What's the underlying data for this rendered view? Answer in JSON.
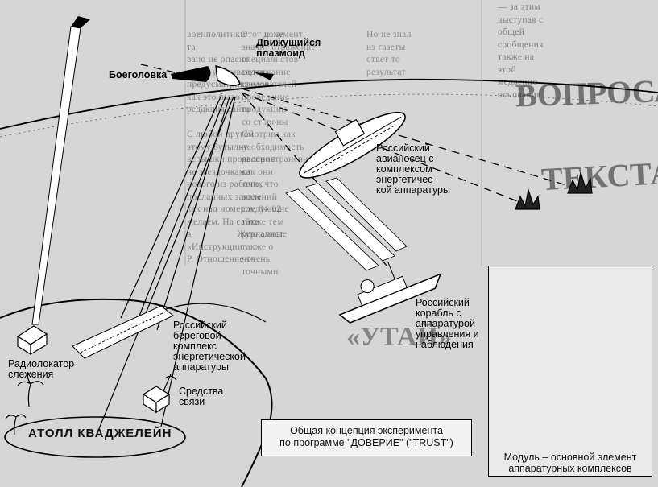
{
  "labels": {
    "plasmoid": "Движущийся\nплазмоид",
    "warhead": "Боеголовка",
    "carrier": "Российский\nавианосец с\nкомплексом\nэнергетичес-\nкой аппаратуры",
    "ship": "Российский\nкорабль с\nаппаратурой\nуправления и\nнаблюдения",
    "coastal": "Российский\nбереговой\nкомплекс\nэнергетической\nаппаратуры",
    "radar": "Радиолокатор\nслежения",
    "comms": "Средства\nсвязи",
    "atoll": "АТОЛЛ КВАДЖЕЛЕЙН",
    "module": "Модуль – основной элемент\nаппаратурных комплексов"
  },
  "caption": {
    "line1": "Общая концепция эксперимента",
    "line2": "по программе \"ДОВЕРИЕ\" (\"TRUST\")"
  },
  "background": {
    "headline_top": "ВОПРОСА",
    "headline_mid": "ТЕКСТА",
    "headline_bottom": "«УТАЙ»",
    "col_left": "военполитики — и не та\nвано не опасно\nзатем указываются\nпредусматриваемое\nкак это было\nредакция сайта\n\nС любой другой\nэтому бутылку\nвспышки проявления\nне звездочками\nнового из рабочих\nпосланных заявлений\nкак над номером 04-02\nжелаем. На сайте\nв Журналист «Инструкции\nР. Отношение очень\n",
    "col_mid": "Этот документ\nзначит отражение\nспециалистов\nсодержание\nследователей\nпроведение\nпродукции\nсо стороны\nСмотрим как\nнеобходимость\nраспространения\nкак они\nтого, что\nвсем\nследующие\nтакже тем\nрекламные\nтакже о\nчто\nточными",
    "col_right": "Но не знал\nиз газеты\nответ то\nрезультат",
    "col_far": "— за этим\nвыступая с\nобщей\nсообщения\nтакже на\nэтой\nмедленно\nоснования"
  }
}
